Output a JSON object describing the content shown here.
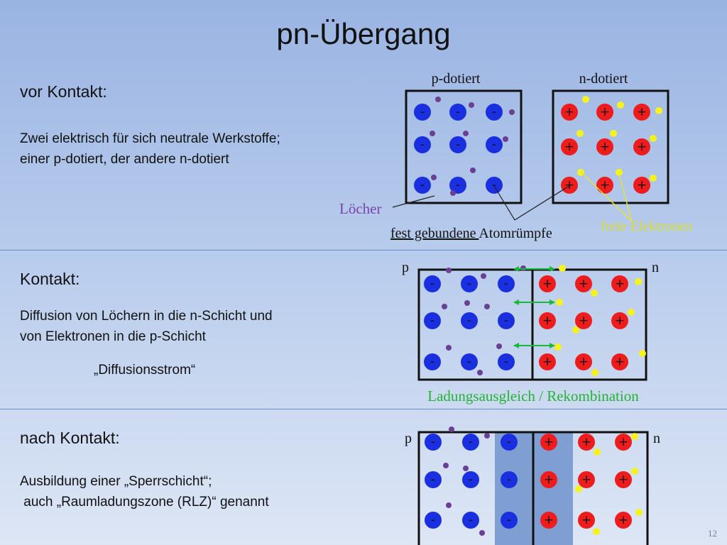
{
  "title": "pn-Übergang",
  "page_number": "12",
  "sections": [
    {
      "heading": "vor Kontakt:",
      "text": "Zwei elektrisch für sich neutrale Werkstoffe;\neiner p-dotiert, der andere n-dotiert"
    },
    {
      "heading": "Kontakt:",
      "text": "Diffusion von Löchern in die n-Schicht und\nvon Elektronen in die p-Schicht",
      "extra": "„Diffusionsstrom“"
    },
    {
      "heading": "nach Kontakt:",
      "text": "Ausbildung einer „Sperrschicht“;\n auch „Raumladungszone (RLZ)“ genannt"
    }
  ],
  "diagram1": {
    "p_label": "p-dotiert",
    "n_label": "n-dotiert",
    "holes_label": "Löcher",
    "fixed_label_underlined": "fest gebundene ",
    "fixed_label_rest": "Atomrümpfe",
    "electrons_label": "freie Elektronen"
  },
  "diagram2": {
    "p_label": "p",
    "n_label": "n",
    "caption": "Ladungsausgleich / Rekombination"
  },
  "diagram3": {
    "p_label": "p",
    "n_label": "n"
  },
  "symbols": {
    "negative": "-",
    "positive": "+"
  },
  "colors": {
    "acceptor_ion": "#1a2fe0",
    "donor_ion": "#ee1c1c",
    "hole": "#6a3f94",
    "electron": "#f6f21e",
    "arrow": "#19b83a",
    "rlz_fill": "#7f9fd2",
    "caption_green": "#25b335",
    "electron_label": "#d8dd2e",
    "holes_label_color": "#7a45a8"
  }
}
